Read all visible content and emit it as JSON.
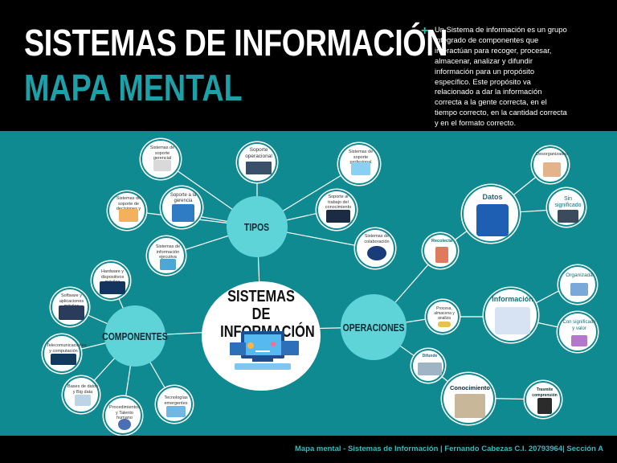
{
  "header": {
    "title_line1": "SISTEMAS DE INFORMACIÓN",
    "title_line2": "MAPA MENTAL",
    "description": "Un Sistema de información es un grupo integrado de componentes que interactúan para recoger, procesar, almacenar, analizar y difundir información para un propósito específico. Este propósito va relacionado a dar la información correcta a la gente correcta, en el tiempo correcto, en la cantidad correcta y en el formato correcto."
  },
  "center": {
    "title": "SISTEMAS DE INFORMACIÓN"
  },
  "hubs": {
    "tipos": "TIPOS",
    "componentes": "COMPONENTES",
    "operaciones": "OPERACIONES"
  },
  "tipos_items": {
    "sistemas_soporte_gerencial": "Sistemas de soporte gerencial",
    "soporte_operacional": "Soporte operacional",
    "sistemas_soporte_profesional": "Sistemas de soporte profesional",
    "sistemas_soporte_decisiones": "Sistemas de soporte de decisiones y B.I.",
    "soporte_gerencia": "Soporte a la gerencia",
    "soporte_trabajo_conocimiento": "Soporte al trabajo del conocimiento",
    "sistemas_informacion_ejecutiva": "Sistemas de información ejecutiva",
    "sistemas_colaboracion": "Sistemas de colaboración"
  },
  "componentes_items": {
    "hardware": "Hardware y dispositivos móviles",
    "software": "Software y aplicaciones móviles",
    "telecomunicaciones": "Telecomunicaciones y computación en la nube",
    "bases_datos": "Bases de datos y Big data",
    "procedimientos": "Procedimientos y Talento humano",
    "tecnologias_emergentes": "Tecnologías emergentes"
  },
  "operaciones_items": {
    "datos": "Datos",
    "desorganizados": "Desorganizados",
    "sin_significado": "Sin significado",
    "recolecta": "Recolecta",
    "procesa": "Procesa, almacena y analiza",
    "difunde": "Difunde",
    "informacion": "Información",
    "organizada": "Organizada",
    "con_significado": "Con significado y valor",
    "conocimiento": "Conocimiento",
    "trasmite": "Trasmite comprensión"
  },
  "footer": {
    "text": "Mapa mental - Sistemas de Información | Fernando Cabezas C.I. 20793964| Sección A"
  },
  "colors": {
    "background": "#0f8a90",
    "hub": "#5ed3d8",
    "title_accent": "#1ea0a8",
    "header": "#000000"
  }
}
